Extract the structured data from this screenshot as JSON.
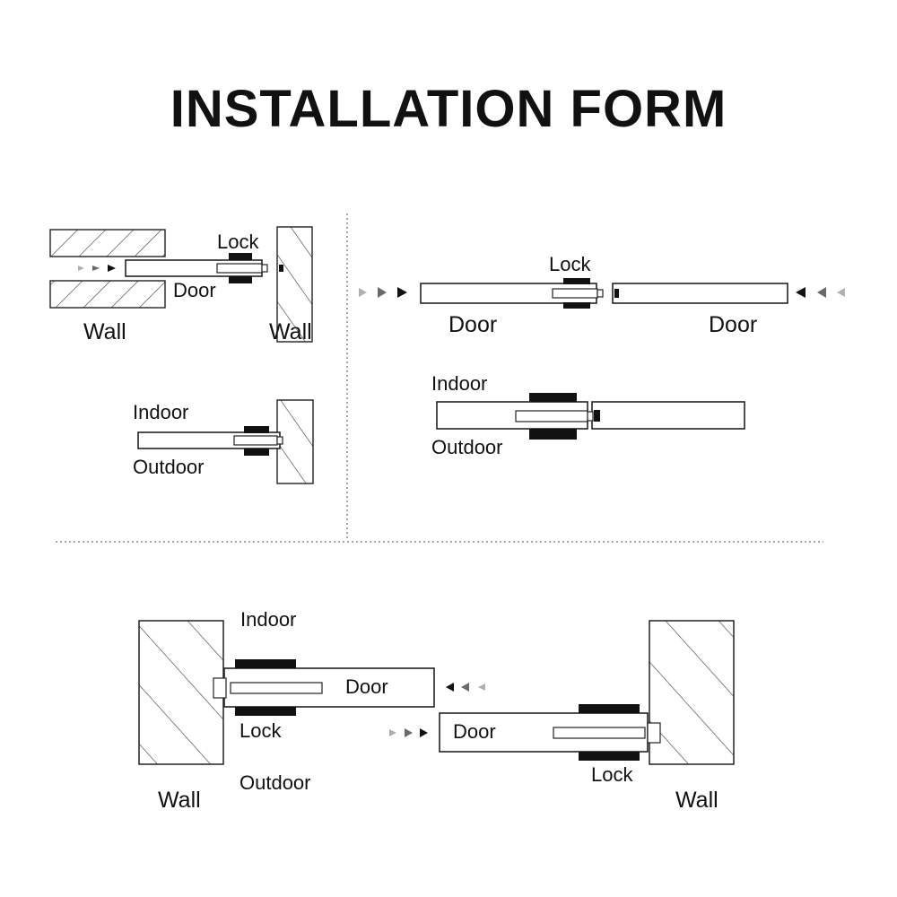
{
  "title": "INSTALLATION FORM",
  "panels": {
    "top_left": {
      "lock": "Lock",
      "door": "Door",
      "wall_left": "Wall",
      "wall_right": "Wall",
      "indoor": "Indoor",
      "outdoor": "Outdoor"
    },
    "top_right": {
      "lock": "Lock",
      "door_left": "Door",
      "door_right": "Door",
      "indoor": "Indoor",
      "outdoor": "Outdoor"
    },
    "bottom": {
      "indoor": "Indoor",
      "door_top": "Door",
      "lock_left": "Lock",
      "outdoor": "Outdoor",
      "door_bottom": "Door",
      "lock_right": "Lock",
      "wall_left": "Wall",
      "wall_right": "Wall"
    }
  },
  "colors": {
    "arrow_light": "#b0b0b0",
    "arrow_mid": "#6a6a6a",
    "arrow_dark": "#111111"
  }
}
